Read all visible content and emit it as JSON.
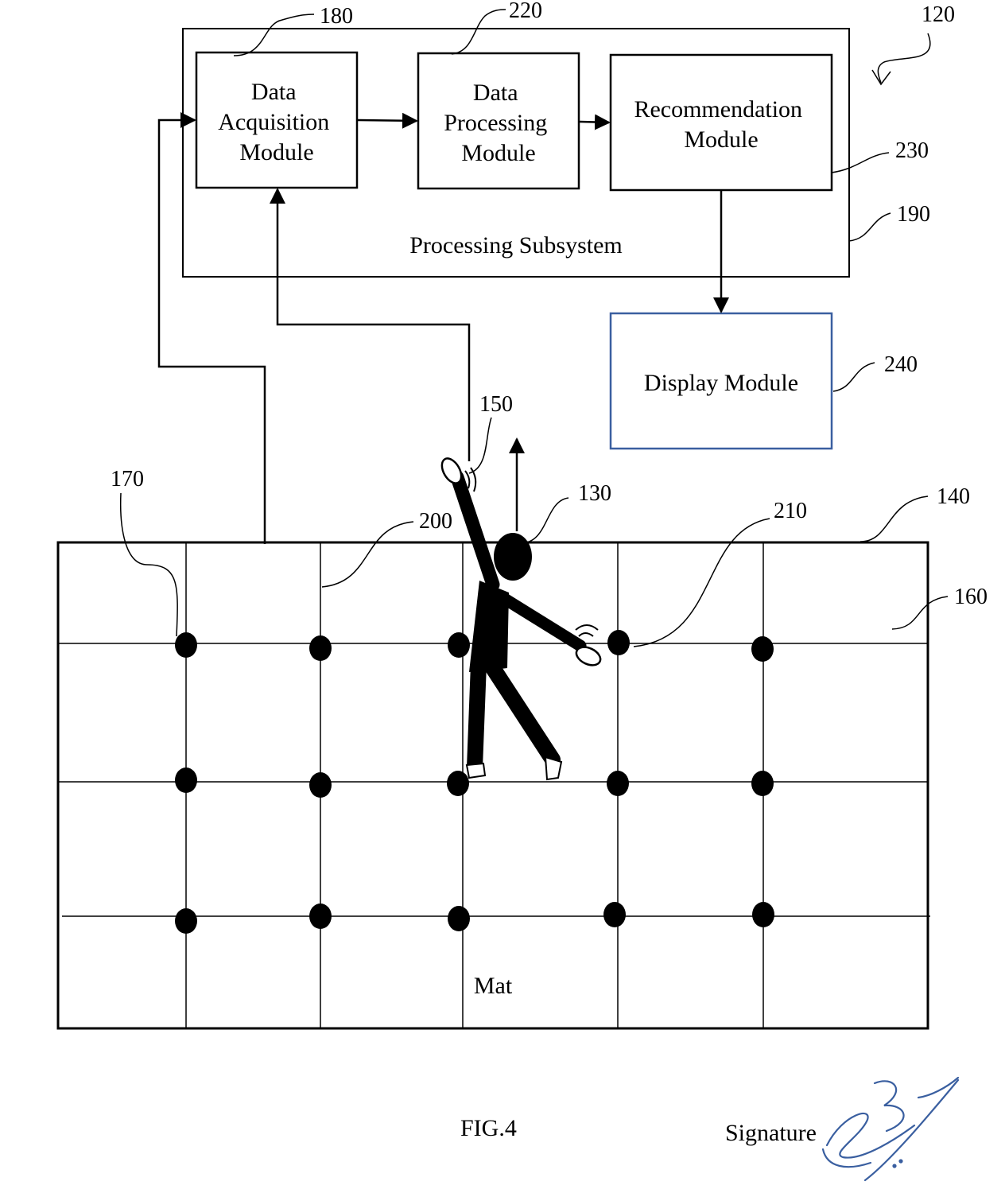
{
  "diagram": {
    "ref_numbers": {
      "system": "120",
      "data_acquisition": "180",
      "data_processing": "220",
      "recommendation": "230",
      "processing_subsystem": "190",
      "display": "240",
      "wearable": "150",
      "user": "130",
      "mat": "140",
      "mat_surface": "160",
      "sensor_left": "170",
      "grid_line": "200",
      "sensor_right": "210"
    },
    "modules": {
      "data_acquisition": [
        "Data",
        "Acquisition",
        "Module"
      ],
      "data_processing": [
        "Data",
        "Processing",
        "Module"
      ],
      "recommendation": [
        "Recommendation",
        "Module"
      ],
      "display": "Display Module"
    },
    "processing_subsystem_label": "Processing Subsystem",
    "mat_label": "Mat",
    "figure_caption": "FIG.4",
    "signature_label": "Signature"
  },
  "colors": {
    "line": "#000000",
    "display_border": "#3a5fa0"
  }
}
